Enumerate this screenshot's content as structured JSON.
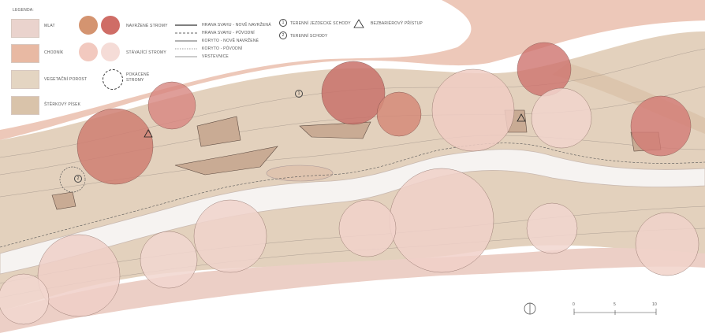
{
  "legend": {
    "title": "LEGENDA:",
    "surfaces": [
      {
        "label": "MLAT",
        "color": "#ead3cd"
      },
      {
        "label": "CHODNÍK",
        "color": "#e8b9a3"
      },
      {
        "label": "VEGETAČNÍ POROST",
        "color": "#e4d5c2"
      },
      {
        "label": "ŠTĚRKOVÝ PÍSEK",
        "color": "#d9c3aa"
      }
    ],
    "trees": {
      "proposed": "NAVRŽENÉ STROMY",
      "existing": "STÁVAJÍCÍ STROMY",
      "felled": "POKÁCENÉ STROMY",
      "proposed_colors": [
        "#d49470",
        "#cf6d66"
      ],
      "existing_colors": [
        "#f2c9bf",
        "#f5dcd7"
      ]
    },
    "lines": [
      "HRANA SVAHU - NOVĚ NAVRŽENÁ",
      "HRANA SVAHU - PŮVODNÍ",
      "KORYTO - NOVĚ NAVRŽENÉ",
      "KORYTO - PŮVODNÍ",
      "VRSTEVNICE"
    ],
    "numbered": [
      {
        "num": "1",
        "label": "TERENNÍ JEZDECKÉ SCHODY"
      },
      {
        "num": "2",
        "label": "TERENNÍ SCHODY"
      }
    ],
    "access": "BEZBARIÉROVÝ PŘÍSTUP"
  },
  "scale": {
    "ticks": [
      "0",
      "5",
      "10"
    ]
  },
  "colors": {
    "water": "#f4f1ef",
    "bank": "#e4b39f",
    "vegetation": "#e2d1bc",
    "gravel": "#d8c0a7",
    "meadow": "#ecd6d0",
    "tree_red": "#cf7670",
    "tree_pink": "#f1cdc4"
  }
}
